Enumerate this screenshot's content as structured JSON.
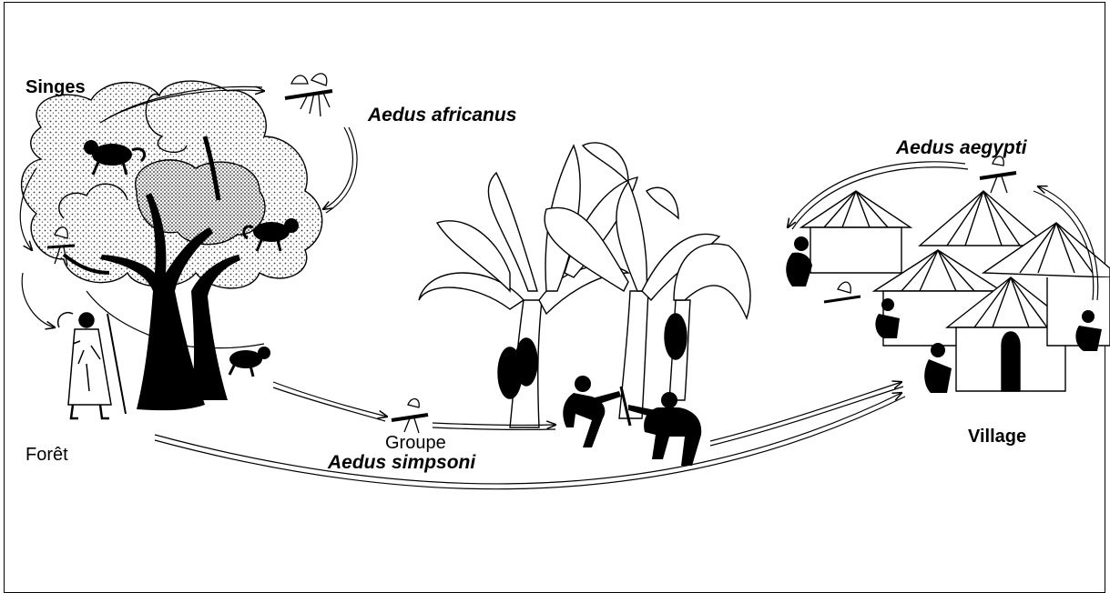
{
  "labels": {
    "singes": "Singes",
    "aedes_africanus": "Aedus africanus",
    "aedes_aegypti": "Aedus aegypti",
    "groupe": "Groupe",
    "aedes_simpsoni": "Aedus simpsoni",
    "foret": "Forêt",
    "village": "Village"
  }
}
